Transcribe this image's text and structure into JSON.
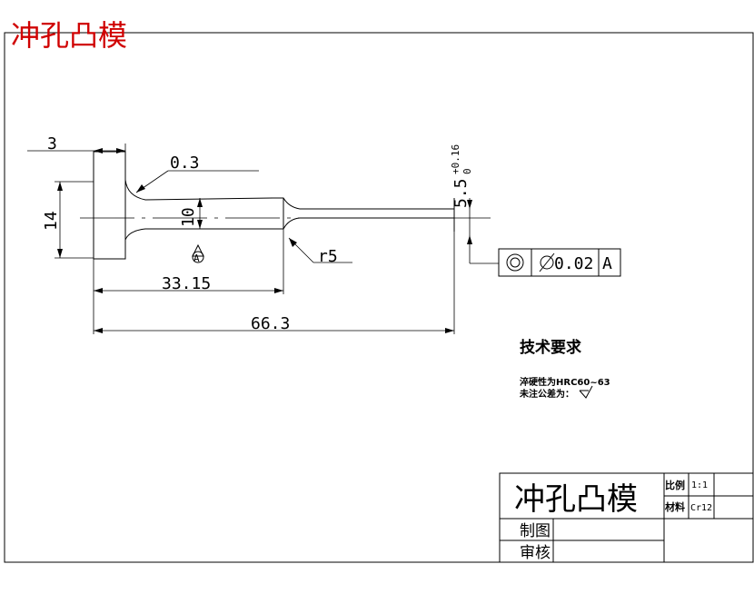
{
  "header": {
    "title": "冲孔凸模"
  },
  "dimensions": {
    "shoulder_width": "3",
    "fillet_small": "0.3",
    "head_diameter": "14",
    "shank_diameter": "10",
    "fillet_r": "r5",
    "shank_length": "33.15",
    "total_length": "66.3",
    "tip_diameter": "5.5",
    "tol_upper": "+0.16",
    "tol_lower": "0",
    "datum_marker": "A"
  },
  "fcf": {
    "tolerance": "0.02",
    "datum": "A"
  },
  "tech_notes": {
    "heading": "技术要求",
    "line1": "淬硬性为HRC60~63",
    "line2": "未注公差为："
  },
  "title_block": {
    "part_name": "冲孔凸模",
    "scale_label": "比例",
    "scale_value": "1:1",
    "material_label": "材料",
    "material_value": "Cr12",
    "drawn_label": "制图",
    "checked_label": "审核"
  }
}
